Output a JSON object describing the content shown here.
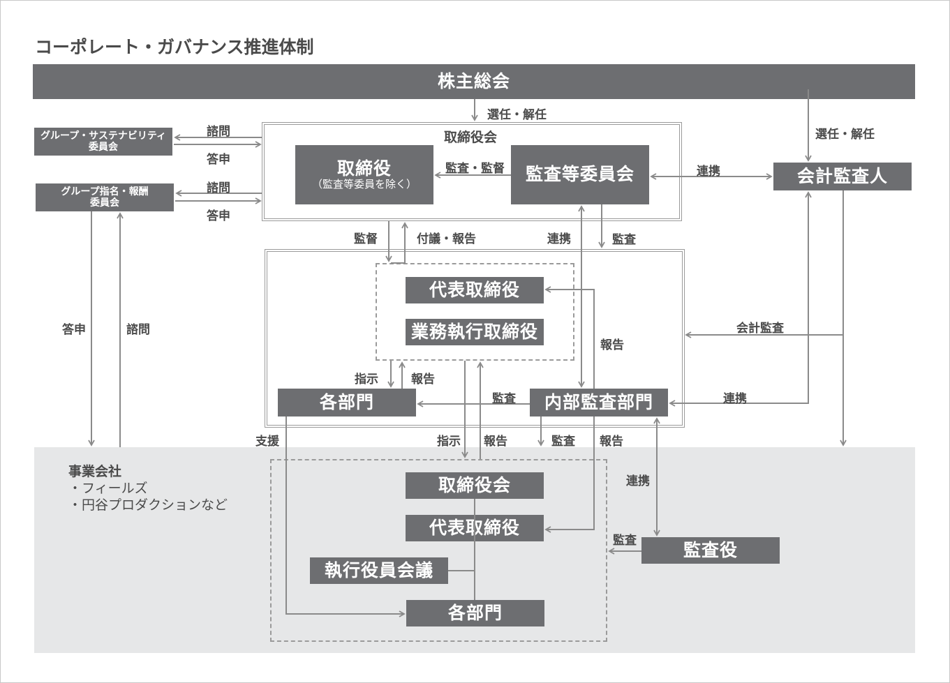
{
  "title": "コーポレート・ガバナンス推進体制",
  "nodes": {
    "shareholders": "株主総会",
    "board_group": "取締役会",
    "directors": "取締役",
    "directors_note": "（監査等委員を除く）",
    "audit_committee": "監査等委員会",
    "accounting_auditor": "会計監査人",
    "sustainability_committee": "グループ・サステナビリティ\n委員会",
    "nomination_committee": "グループ指名・報酬\n委員会",
    "representative_director": "代表取締役",
    "executive_director": "業務執行取締役",
    "departments": "各部門",
    "internal_audit": "内部監査部門",
    "sub_board": "取締役会",
    "sub_representative": "代表取締役",
    "sub_exec_meeting": "執行役員会議",
    "sub_departments": "各部門",
    "auditor": "監査役"
  },
  "company": {
    "heading": "事業会社",
    "items": [
      "・フィールズ",
      "・円谷プロダクションなど"
    ]
  },
  "labels": {
    "elect_dismiss_1": "選任・解任",
    "elect_dismiss_2": "選任・解任",
    "consult_1": "諮問",
    "answer_1": "答申",
    "consult_2": "諮問",
    "answer_2": "答申",
    "audit_supervise": "監査・監督",
    "cooperation_1": "連携",
    "supervise": "監督",
    "proposal_report": "付議・報告",
    "cooperation_2": "連携",
    "audit_1": "監査",
    "answer_left": "答申",
    "consult_left": "諮問",
    "accounting_audit": "会計監査",
    "report_1": "報告",
    "instruct_1": "指示",
    "report_2": "報告",
    "audit_2": "監査",
    "cooperation_3": "連携",
    "support": "支援",
    "instruct_2": "指示",
    "report_3": "報告",
    "audit_3": "監査",
    "report_4": "報告",
    "cooperation_4": "連携",
    "audit_4": "監査"
  },
  "colors": {
    "box": "#6d6e71",
    "line": "#8a8a8a",
    "bottom_bg": "#e6e7e8",
    "text": "#4a4a4a"
  }
}
